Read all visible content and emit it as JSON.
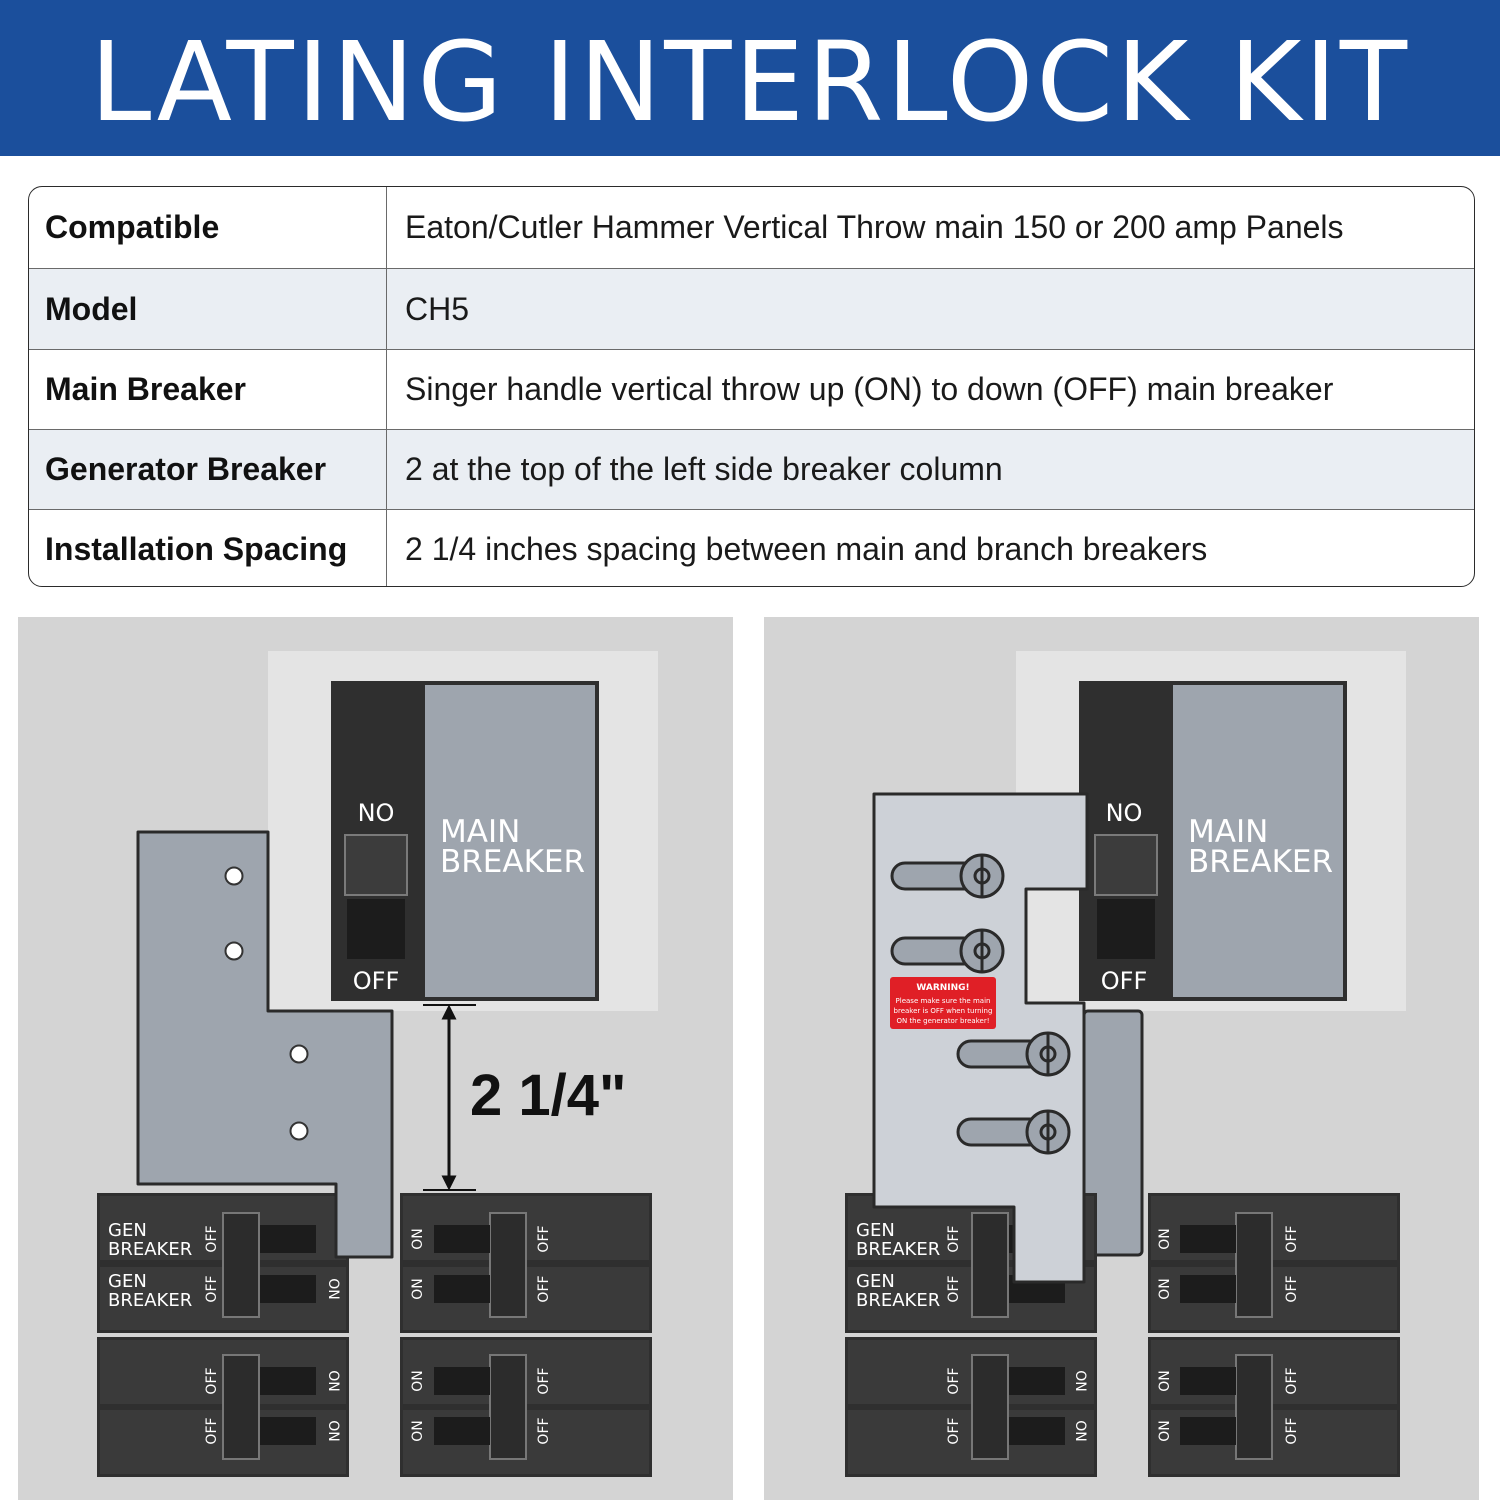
{
  "title": "LATING INTERLOCK KIT",
  "specs": [
    {
      "label": "Compatible",
      "value": "Eaton/Cutler Hammer Vertical Throw main 150 or 200 amp Panels"
    },
    {
      "label": "Model",
      "value": "CH5"
    },
    {
      "label": "Main Breaker",
      "value": "Singer handle vertical throw up (ON) to down (OFF) main breaker"
    },
    {
      "label": "Generator Breaker",
      "value": "2 at the top of the left side breaker column"
    },
    {
      "label": "Installation Spacing",
      "value": "2 1/4 inches spacing between main and branch breakers"
    }
  ],
  "main_breaker": {
    "on_label": "NO",
    "off_label": "OFF",
    "name_line1": "MAIN",
    "name_line2": "BREAKER"
  },
  "gen_breaker": {
    "line1": "GEN",
    "line2": "BREAKER"
  },
  "switch_labels": {
    "on": "ON",
    "off": "OFF"
  },
  "spacing_label": "2 1/4\"",
  "warning": {
    "title": "WARNING!",
    "line1": "Please make sure the main",
    "line2": "breaker is OFF when turning",
    "line3": "ON the generator breaker!"
  },
  "colors": {
    "banner": "#1b4f9c",
    "panel_bg": "#d4d4d4",
    "breaker_dark": "#333333",
    "plate": "#9ea5ae",
    "plate_light": "#cdd1d7",
    "warning_red": "#e01f26"
  }
}
